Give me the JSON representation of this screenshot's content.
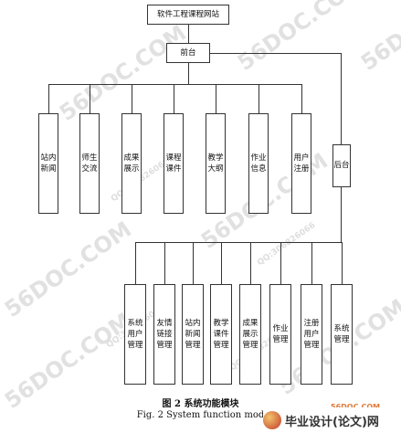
{
  "diagram": {
    "root": "软件工程课程网站",
    "front": "前台",
    "back": "后台",
    "front_modules": [
      "站内新闻",
      "师生交流",
      "成果展示",
      "课程课件",
      "教学大纲",
      "作业信息",
      "用户注册"
    ],
    "back_modules": [
      "系统用户管理",
      "友情链接管理",
      "站内新闻管理",
      "教学课件管理",
      "成果展示管理",
      "作业管理",
      "注册用户管理",
      "系统管理"
    ]
  },
  "caption": {
    "cn": "图 2    系统功能模块",
    "en": "Fig. 2    System function mod"
  },
  "watermarks": {
    "site": "56DOC.COM",
    "qq": "QQ:306826066"
  },
  "logo": {
    "text": "毕业设计(论文)网",
    "site": "56DOC.COM"
  }
}
